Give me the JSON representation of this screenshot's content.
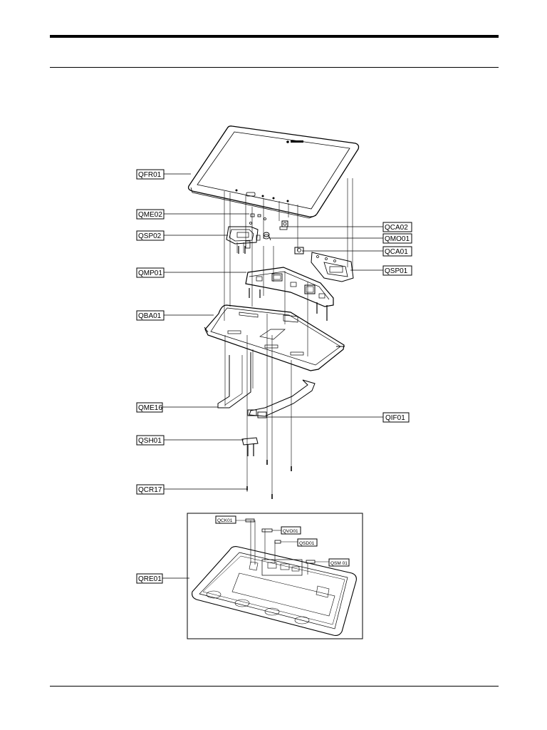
{
  "labels": {
    "QFR01": "QFR01",
    "QME02": "QME02",
    "QSP02": "QSP02",
    "QCA02": "QCA02",
    "QMO01": "QMO01",
    "QCA01": "QCA01",
    "QSP01": "QSP01",
    "QMP01": "QMP01",
    "QBA01": "QBA01",
    "QME16": "QME16",
    "QIF01": "QIF01",
    "QSH01": "QSH01",
    "QCR17": "QCR17",
    "QRE01": "QRE01"
  },
  "inset_labels": {
    "QCK01": "QCK01",
    "QVO01": "QVO01",
    "QSD01": "QSD01",
    "QSM01": "QSM 01"
  }
}
